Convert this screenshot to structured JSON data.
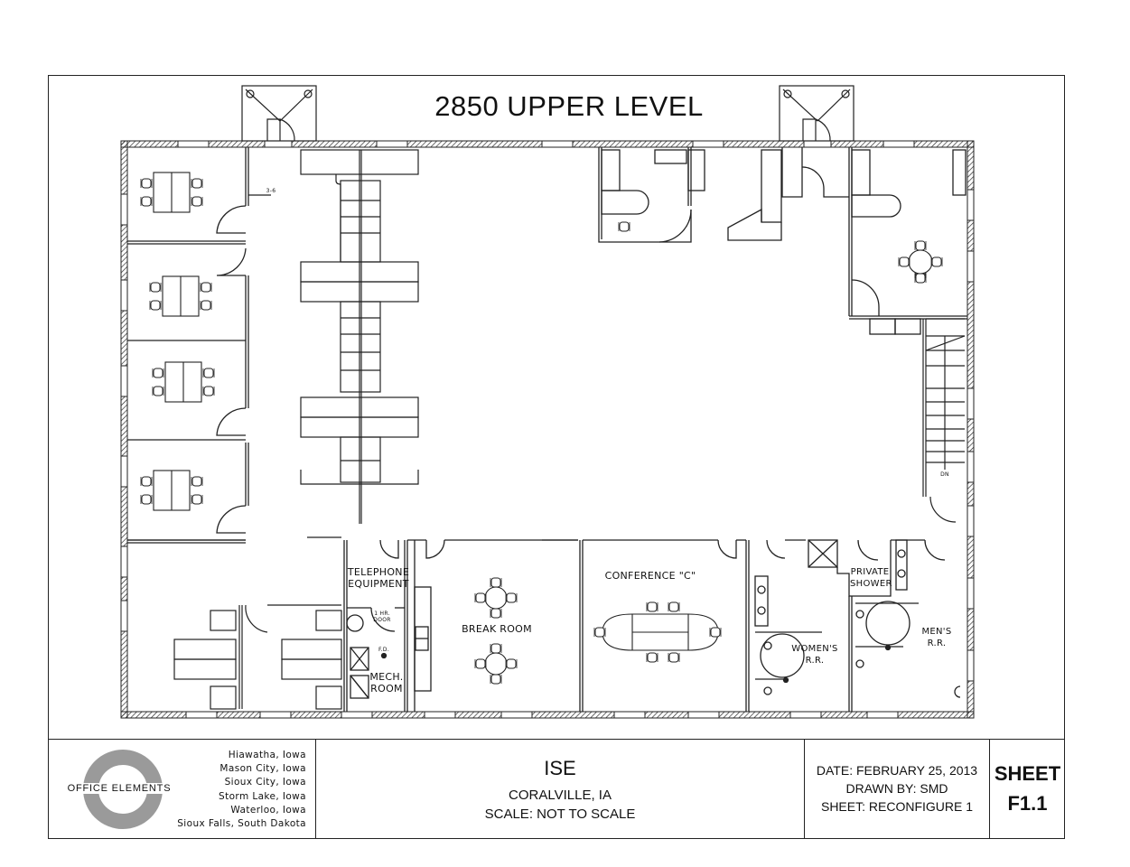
{
  "drawing": {
    "title": "2850 UPPER LEVEL",
    "rooms": {
      "telephone": "TELEPHONE\nEQUIPMENT",
      "telephone_line1": "TELEPHONE",
      "telephone_line2": "EQUIPMENT",
      "door_note_line1": "1 HR.",
      "door_note_line2": "DOOR",
      "mech_line1": "MECH.",
      "mech_line2": "ROOM",
      "floor_drain": "F.D.",
      "break_room": "BREAK ROOM",
      "conference": "CONFERENCE \"C\"",
      "private_shower_line1": "PRIVATE",
      "private_shower_line2": "SHOWER",
      "womens_line1": "WOMEN'S",
      "womens_line2": "R.R.",
      "mens_line1": "MEN'S",
      "mens_line2": "R.R.",
      "stair_dn": "DN",
      "dimension_note": "3-6"
    }
  },
  "title_block": {
    "company": {
      "name": "OFFICE ELEMENTS",
      "logo_color": "#9a9a9a",
      "locations": [
        "Hiawatha, Iowa",
        "Mason City, Iowa",
        "Sioux City, Iowa",
        "Storm Lake, Iowa",
        "Waterloo, Iowa",
        "Sioux Falls, South Dakota"
      ]
    },
    "project": {
      "name": "ISE",
      "location": "CORALVILLE, IA",
      "scale": "SCALE: NOT TO SCALE"
    },
    "info": {
      "date": "DATE: FEBRUARY 25, 2013",
      "drawn_by": "DRAWN BY: SMD",
      "sheet": "SHEET: RECONFIGURE 1"
    },
    "sheet": {
      "label": "SHEET",
      "number": "F1.1"
    }
  }
}
